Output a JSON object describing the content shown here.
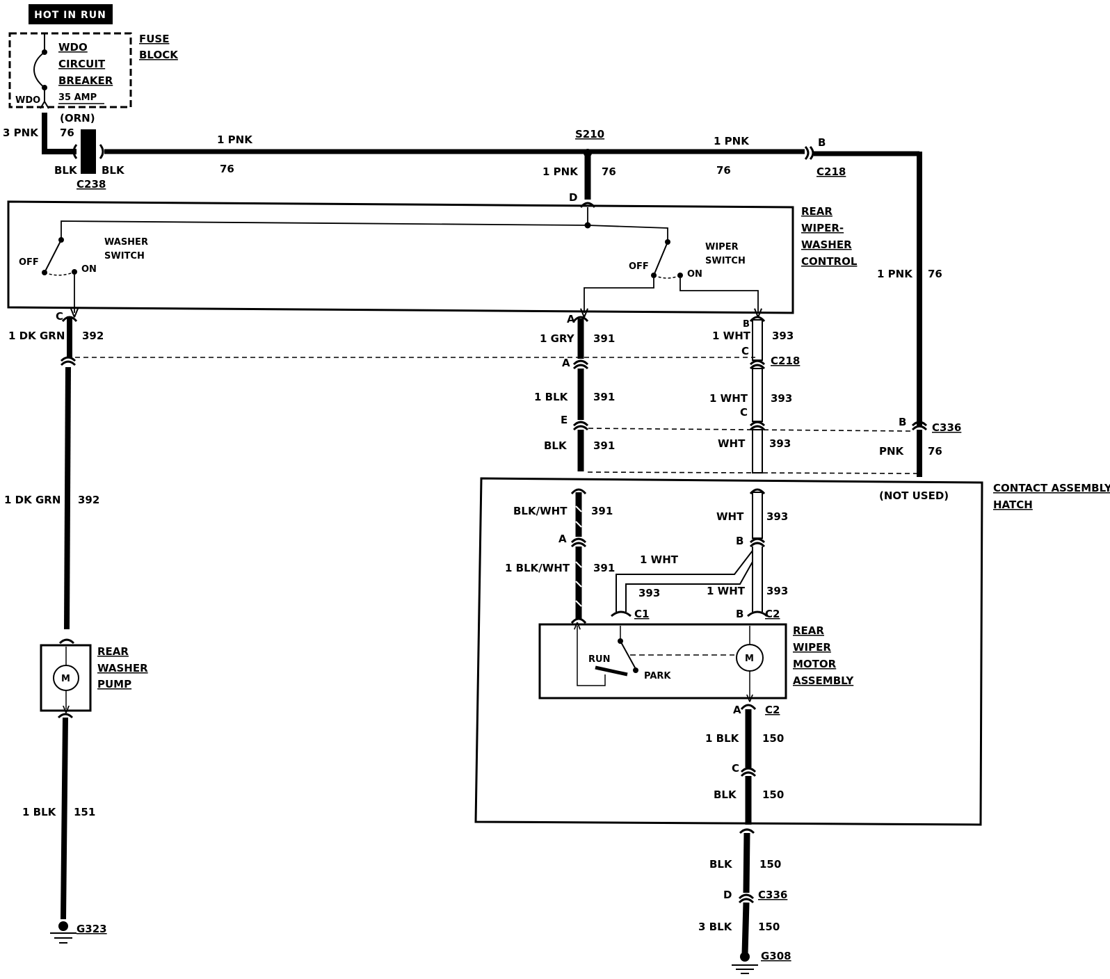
{
  "header": {
    "label": "HOT IN RUN"
  },
  "fuse_block": {
    "title": [
      "FUSE",
      "BLOCK"
    ],
    "breaker": [
      "WDO",
      "CIRCUIT",
      "BREAKER"
    ],
    "rating": "35 AMP",
    "terminal": "WDO"
  },
  "feed": {
    "left_wire": "3 PNK",
    "left_circuit": "76",
    "orn": "(ORN)",
    "c238": "C238",
    "blk_left": "BLK",
    "blk_right": "BLK",
    "top_wire_1": "1 PNK",
    "top_circuit_1": "76",
    "s210": "S210",
    "drop_wire": "1 PNK",
    "drop_circuit": "76",
    "top_wire_2": "1 PNK",
    "top_circuit_2": "76",
    "c218_pin": "B",
    "c218": "C218",
    "right_wire": "1 PNK",
    "right_circuit": "76"
  },
  "control": {
    "title": [
      "REAR",
      "WIPER-",
      "WASHER",
      "CONTROL"
    ],
    "pin_d": "D",
    "washer_switch": [
      "WASHER",
      "SWITCH"
    ],
    "washer_off": "OFF",
    "washer_on": "ON",
    "wiper_switch": [
      "WIPER",
      "SWITCH"
    ],
    "wiper_off": "OFF",
    "wiper_on": "ON"
  },
  "washer_circuit": {
    "pin_c": "C",
    "wire_1": "1 DK GRN",
    "circuit_1": "392",
    "wire_2": "1 DK GRN",
    "circuit_2": "392",
    "pump": [
      "REAR",
      "WASHER",
      "PUMP"
    ],
    "motor": "M",
    "ground_wire": "1 BLK",
    "ground_circuit": "151",
    "ground": "G323"
  },
  "circuit_391": {
    "pin_a": "A",
    "wire_1": "1 GRY",
    "circuit_1": "391",
    "pin_a2": "A",
    "wire_2": "1 BLK",
    "circuit_2": "391",
    "pin_e": "E",
    "wire_3": "BLK",
    "circuit_3": "391",
    "wire_4": "BLK/WHT",
    "circuit_4": "391",
    "pin_a3": "A",
    "wire_5": "1 BLK/WHT",
    "circuit_5": "391"
  },
  "circuit_393": {
    "pin_b": "B",
    "wire_1": "1 WHT",
    "circuit_1": "393",
    "pin_c": "C",
    "c218": "C218",
    "wire_2": "1 WHT",
    "circuit_2": "393",
    "pin_c2": "C",
    "wire_3": "WHT",
    "circuit_3": "393",
    "wire_4": "WHT",
    "circuit_4": "393",
    "pin_b2": "B",
    "wire_5": "1 WHT",
    "circuit_5": "393",
    "wire_6": "1 WHT",
    "circuit_6": "393",
    "pin_b3": "B"
  },
  "c336": {
    "pin_b": "B",
    "label": "C336",
    "wire": "PNK",
    "circuit": "76"
  },
  "hatch": {
    "title": [
      "CONTACT ASSEMBLY",
      "HATCH"
    ],
    "not_used": "(NOT USED)"
  },
  "motor_assembly": {
    "title": [
      "REAR",
      "WIPER",
      "MOTOR",
      "ASSEMBLY"
    ],
    "c1": "C1",
    "c2_top": "C2",
    "c2_bottom": "C2",
    "run": "RUN",
    "park": "PARK",
    "motor": "M",
    "pin_a": "A"
  },
  "circuit_150": {
    "wire_1": "1 BLK",
    "circuit_1": "150",
    "pin_c": "C",
    "wire_2": "BLK",
    "circuit_2": "150",
    "wire_3": "BLK",
    "circuit_3": "150",
    "pin_d": "D",
    "c336": "C336",
    "wire_4": "3 BLK",
    "circuit_4": "150",
    "ground": "G308"
  }
}
